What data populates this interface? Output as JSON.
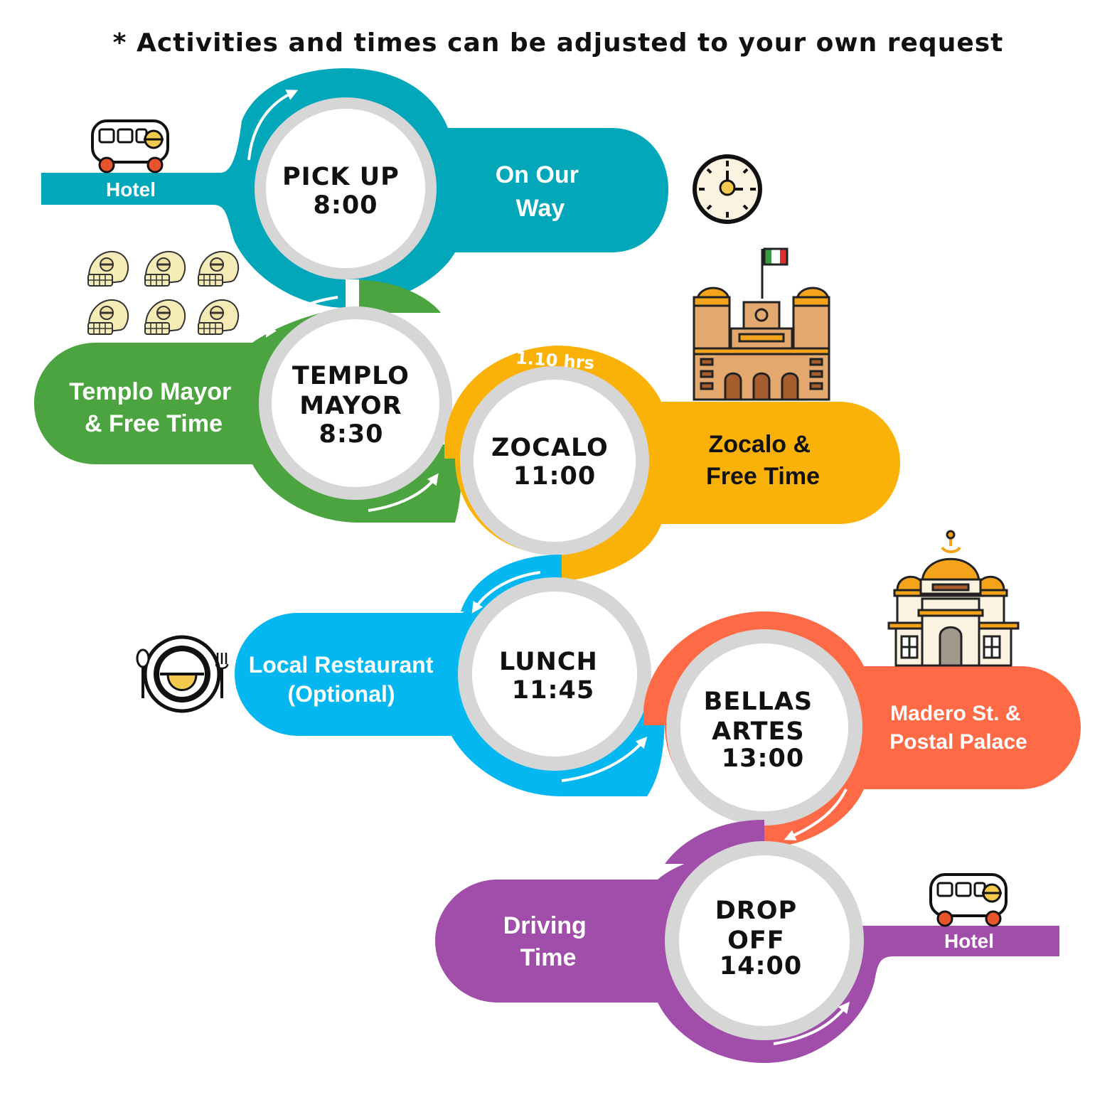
{
  "header": {
    "note": "* Activities and times can be adjusted to your own request"
  },
  "colors": {
    "teal": "#02A7BA",
    "green": "#4BA43F",
    "yellow": "#FBB208",
    "blue": "#04B7F0",
    "orange": "#FF6A46",
    "purple": "#A04EA9",
    "ring": "#D6D6D6"
  },
  "start": {
    "label": "Hotel",
    "icon": "bus-icon"
  },
  "end": {
    "label": "Hotel",
    "icon": "bus-icon"
  },
  "stops": [
    {
      "id": "pickup",
      "title_lines": [
        "PICK UP",
        "8:00"
      ],
      "label_lines": [
        "On Our",
        "Way"
      ],
      "color": "#02A7BA",
      "icon": "clock-icon"
    },
    {
      "id": "templo",
      "title_lines": [
        "TEMPLO",
        "MAYOR",
        "8:30"
      ],
      "label_lines": [
        "Templo Mayor",
        "& Free Time"
      ],
      "color": "#4BA43F",
      "icon": "skull-icon"
    },
    {
      "id": "zocalo",
      "title_lines": [
        "ZOCALO",
        "11:00"
      ],
      "label_lines": [
        "Zocalo &",
        "Free Time"
      ],
      "color": "#FBB208",
      "icon": "cathedral-icon",
      "duration": "1.10 hrs"
    },
    {
      "id": "lunch",
      "title_lines": [
        "LUNCH",
        "11:45"
      ],
      "label_lines": [
        "Local Restaurant",
        "(Optional)"
      ],
      "color": "#04B7F0",
      "icon": "plate-icon"
    },
    {
      "id": "bellas",
      "title_lines": [
        "BELLAS",
        "ARTES",
        "13:00"
      ],
      "label_lines": [
        "Madero St. &",
        "Postal Palace"
      ],
      "color": "#FF6A46",
      "icon": "palace-icon"
    },
    {
      "id": "dropoff",
      "title_lines": [
        "DROP",
        "OFF",
        "14:00"
      ],
      "label_lines": [
        "Driving",
        "Time"
      ],
      "color": "#A04EA9",
      "icon": "bus-icon"
    }
  ]
}
